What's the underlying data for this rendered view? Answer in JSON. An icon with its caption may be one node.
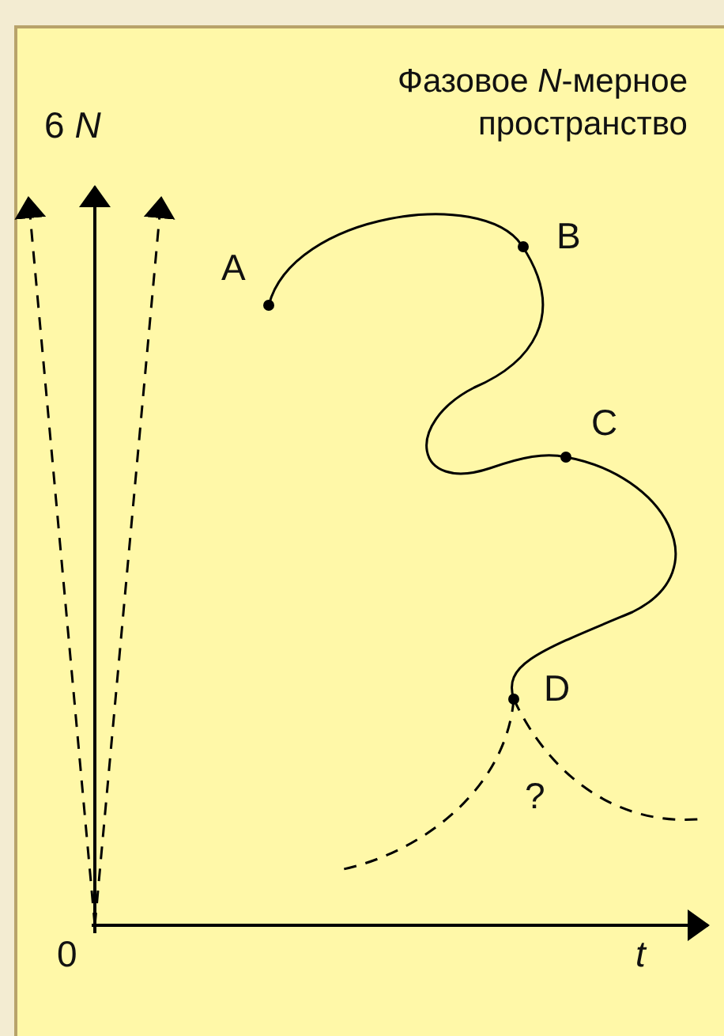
{
  "diagram": {
    "title": "Фазовое *N*-мерное пространство",
    "labels": [
      "6 *N*",
      "A",
      "B",
      "C",
      "D",
      "?",
      "0",
      "*t*"
    ]
  }
}
